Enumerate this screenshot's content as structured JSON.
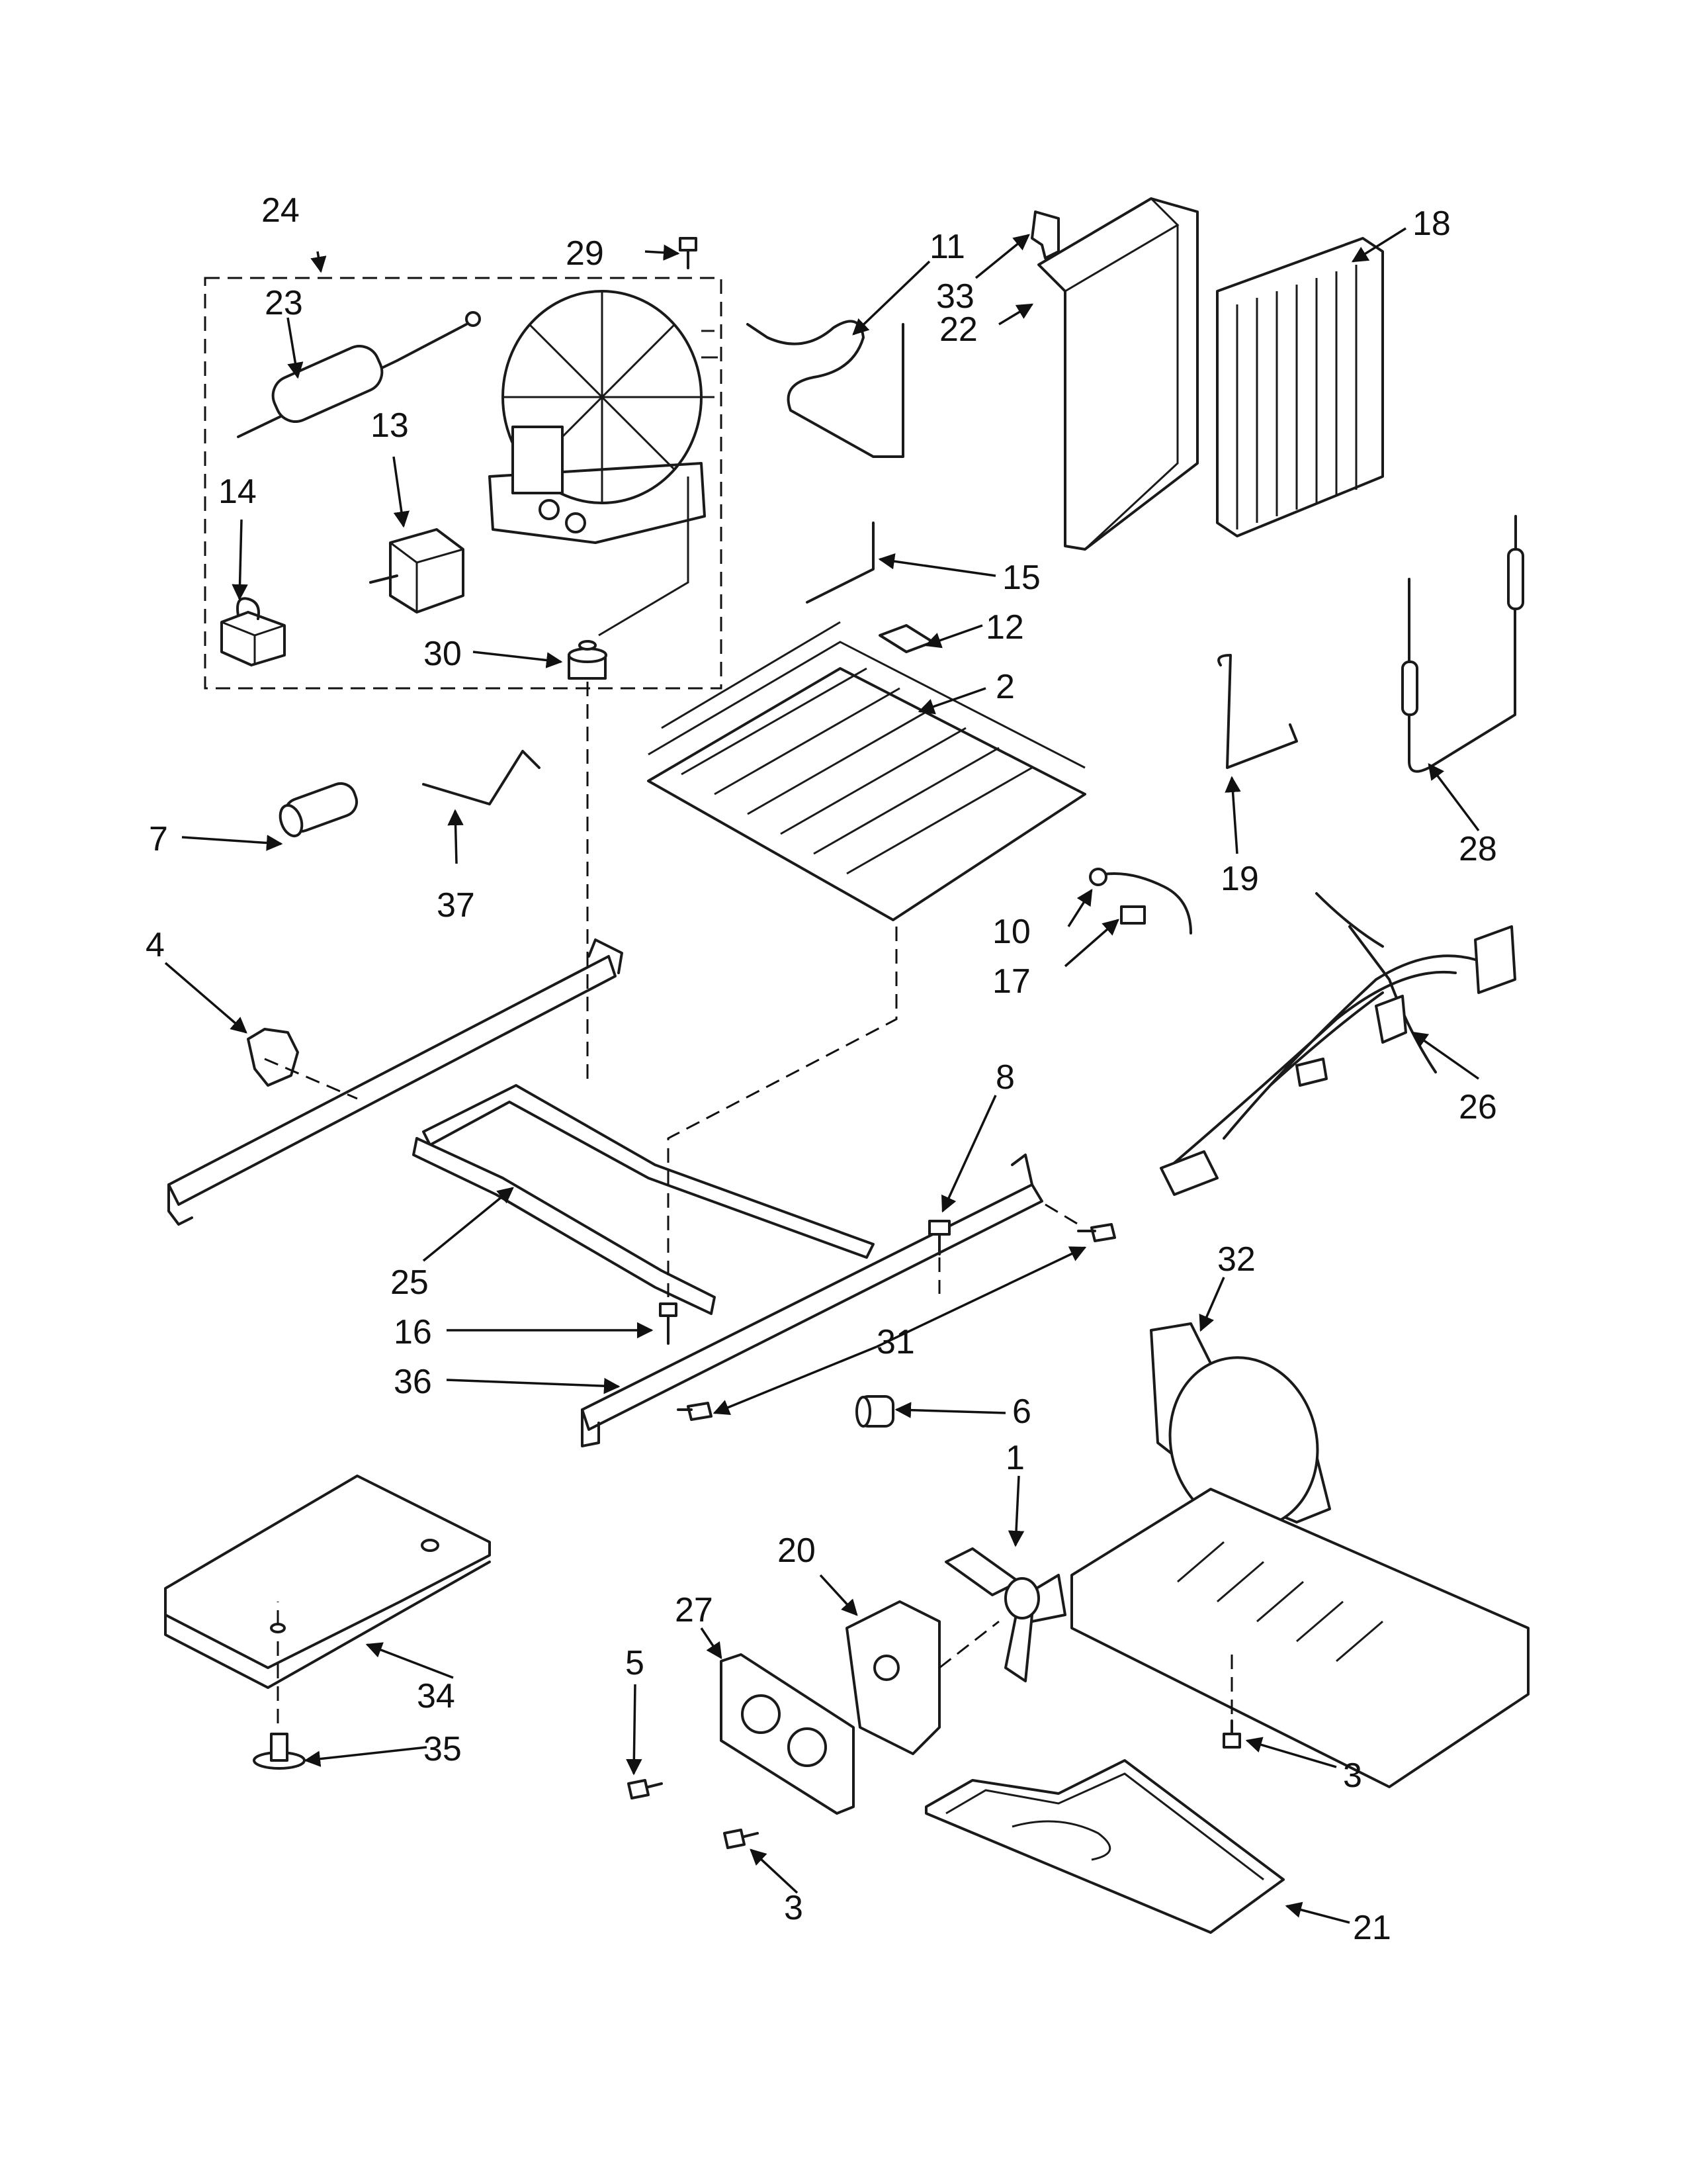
{
  "callouts": {
    "c1": "1",
    "c2": "2",
    "c3a": "3",
    "c3b": "3",
    "c4": "4",
    "c5": "5",
    "c6": "6",
    "c7": "7",
    "c8": "8",
    "c10": "10",
    "c11": "11",
    "c12": "12",
    "c13": "13",
    "c14": "14",
    "c15": "15",
    "c16": "16",
    "c17": "17",
    "c18": "18",
    "c19": "19",
    "c20": "20",
    "c21": "21",
    "c22": "22",
    "c23": "23",
    "c24": "24",
    "c25": "25",
    "c26": "26",
    "c27": "27",
    "c28": "28",
    "c29": "29",
    "c30": "30",
    "c31": "31",
    "c32": "32",
    "c33": "33",
    "c34": "34",
    "c35": "35",
    "c36": "36",
    "c37": "37"
  }
}
